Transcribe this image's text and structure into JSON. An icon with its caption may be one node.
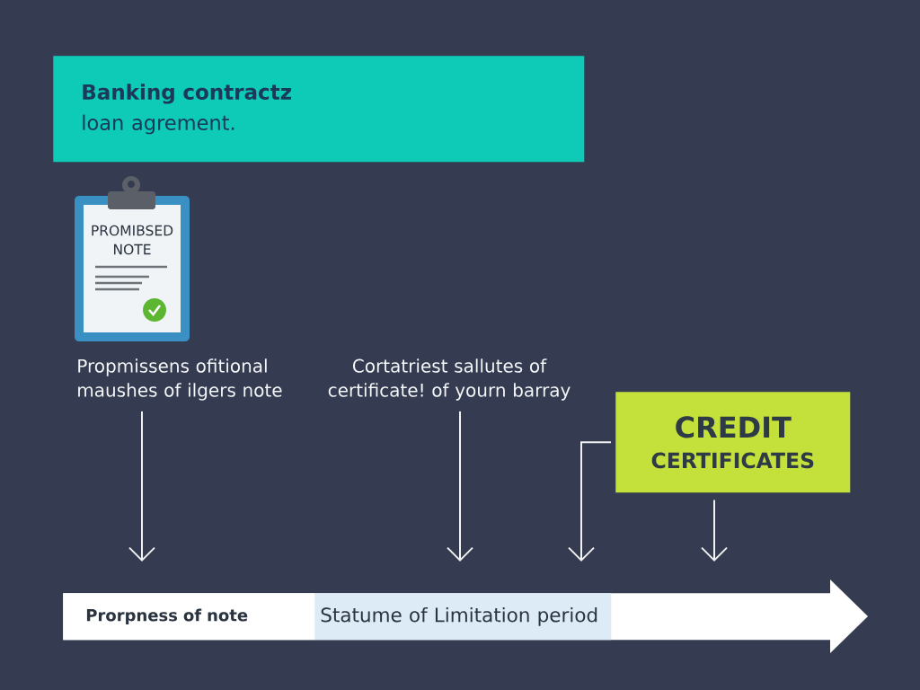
{
  "diagram": {
    "nodes": [
      {
        "text": [
          "Banking contractz",
          "loan agrement."
        ]
      },
      {
        "text": [
          "PROMIBSED NOTE"
        ]
      },
      {
        "text": [
          "Propmissens ofitional maushes of ilgers note"
        ]
      },
      {
        "text": [
          "Cortatriest sallutes of certificate! of yourn barray"
        ]
      },
      {
        "text": [
          "CREDIT",
          "CERTIFICATES"
        ]
      },
      {
        "text": [],
        "shape": "arrow"
      },
      {
        "text": [
          "Prorpness of note"
        ],
        "in": 5
      },
      {
        "text": [
          "Statume of Limitation period"
        ],
        "in": 5
      }
    ],
    "edges": [
      {
        "from": 2,
        "to": 6,
        "arrow": "to"
      },
      {
        "from": 3,
        "to": 7,
        "arrow": "to"
      },
      {
        "from": 4,
        "to": 7,
        "arrow": "to"
      },
      {
        "from": 4,
        "to": 5,
        "arrow": "to"
      }
    ]
  }
}
